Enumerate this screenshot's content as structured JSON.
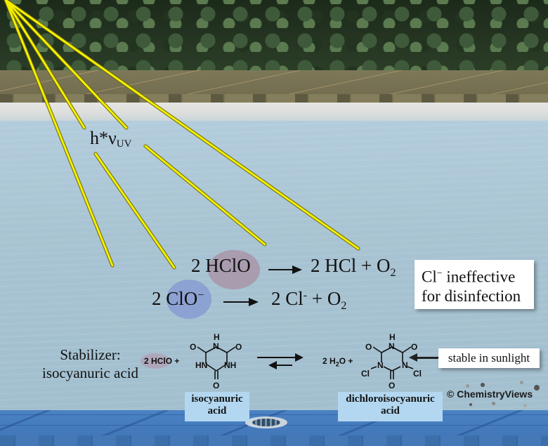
{
  "scene": {
    "description": "Swimming pool illustration showing UV photolysis of hypochlorous acid and stabilization by isocyanuric acid",
    "colors": {
      "ray": "#f4f000",
      "ray_outline": "#6b6600",
      "hclo_highlight": "#a895a8",
      "clo_highlight": "#8a9fd2",
      "label_box": "#b3d7f0"
    }
  },
  "uv_label": {
    "main": "h*ν",
    "subscript": "UV"
  },
  "reactions": {
    "hclo": {
      "coef": "2",
      "reactant": "HClO",
      "product_coef": "2",
      "product": "HCl",
      "plus": "+",
      "o2": "O",
      "o2_sub": "2"
    },
    "clo": {
      "coef": "2",
      "reactant": "ClO",
      "reactant_charge": "−",
      "product_coef": "2",
      "product": "Cl",
      "product_charge": "-",
      "plus": "+",
      "o2": "O",
      "o2_sub": "2"
    }
  },
  "notes": {
    "ineffective": {
      "line1_prefix": "Cl",
      "line1_charge": "−",
      "line1_suffix": " ineffective",
      "line2": "for disinfection"
    },
    "stable": "stable in sunlight"
  },
  "stabilizer": {
    "line1": "Stabilizer:",
    "line2": "isocyanuric acid",
    "equation": {
      "left_coef": "2",
      "left_reactant": "HClO",
      "plus1": "+",
      "right_coef": "2",
      "water": "H",
      "water_sub": "2",
      "water_o": "O",
      "plus2": "+"
    },
    "isocyanuric_structure": {
      "atoms": [
        "H",
        "N",
        "O",
        "O",
        "HN",
        "NH",
        "O"
      ]
    },
    "dichloro_structure": {
      "atoms": [
        "H",
        "N",
        "O",
        "O",
        "Cl",
        "N",
        "N",
        "Cl",
        "O"
      ]
    },
    "labels": {
      "isocyanuric": {
        "line1": "isocyanuric",
        "line2": "acid"
      },
      "dichloroisocyanuric": {
        "line1": "dichloroisocyanuric",
        "line2": "acid"
      }
    }
  },
  "credit": "© ChemistryViews"
}
